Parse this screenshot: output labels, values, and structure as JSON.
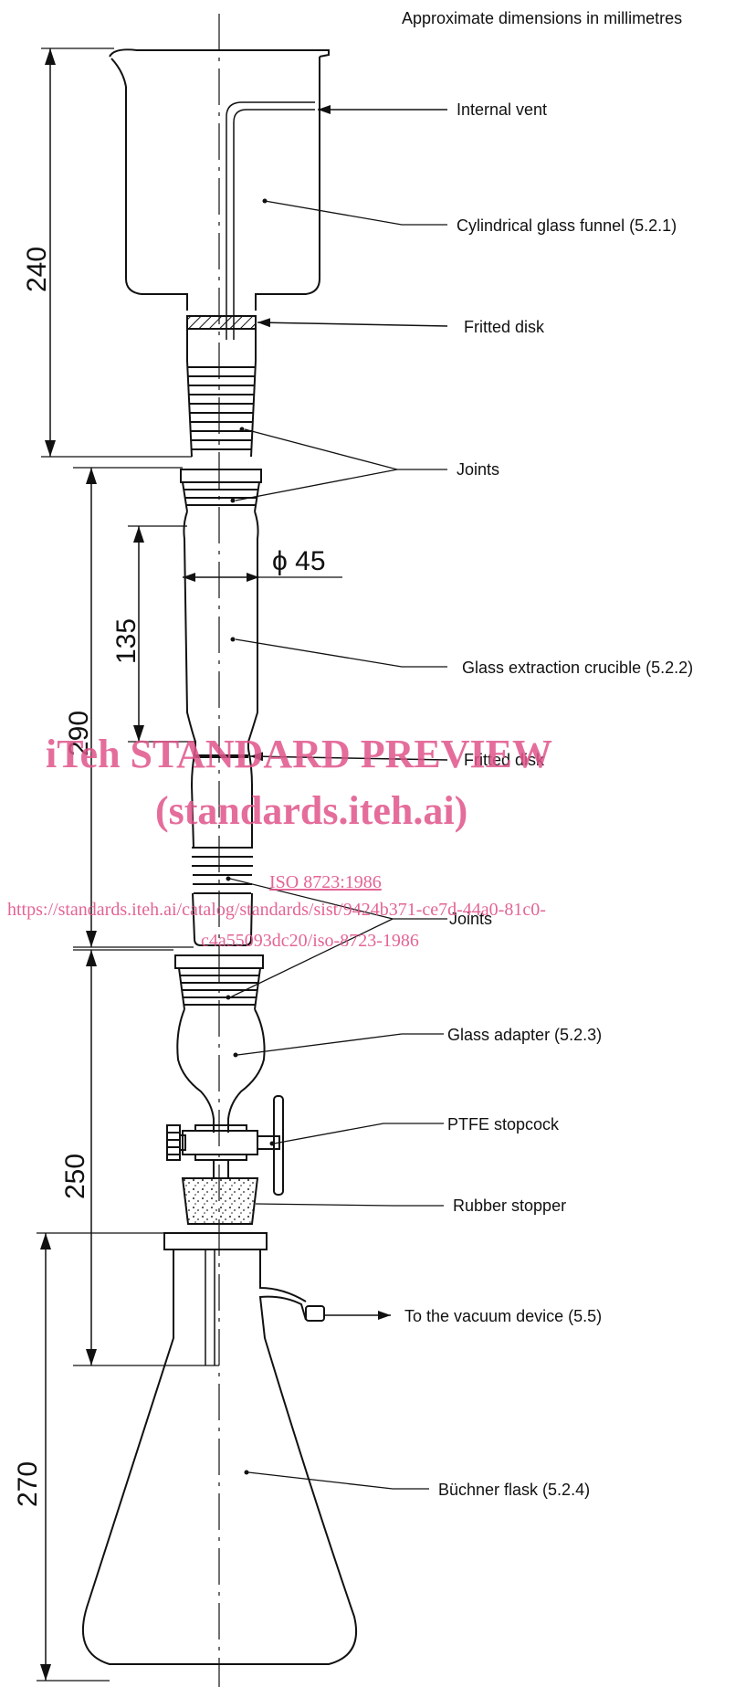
{
  "header": {
    "note": "Approximate dimensions in millimetres"
  },
  "labels": {
    "internal_vent": "Internal vent",
    "funnel": "Cylindrical glass funnel (5.2.1)",
    "fritted_disk_top": "Fritted disk",
    "joints_top": "Joints",
    "crucible": "Glass extraction crucible (5.2.2)",
    "fritted_disk_mid": "Fritted disk",
    "joints_mid": "Joints",
    "adapter": "Glass adapter (5.2.3)",
    "stopcock": "PTFE stopcock",
    "stopper": "Rubber stopper",
    "vacuum": "To the vacuum device (5.5)",
    "flask": "Büchner flask (5.2.4)"
  },
  "dimensions": {
    "d240": "240",
    "d290": "290",
    "d135": "135",
    "d250": "250",
    "d270": "270",
    "d45": "ϕ 45"
  },
  "watermark": {
    "line1": "iTeh STANDARD PREVIEW",
    "line2": "(standards.iteh.ai)",
    "line3": "ISO 8723:1986",
    "line4": "https://standards.iteh.ai/catalog/standards/sist/9424b371-ce7d-44a0-81c0-",
    "line5": "c4a55093dc20/iso-8723-1986"
  }
}
